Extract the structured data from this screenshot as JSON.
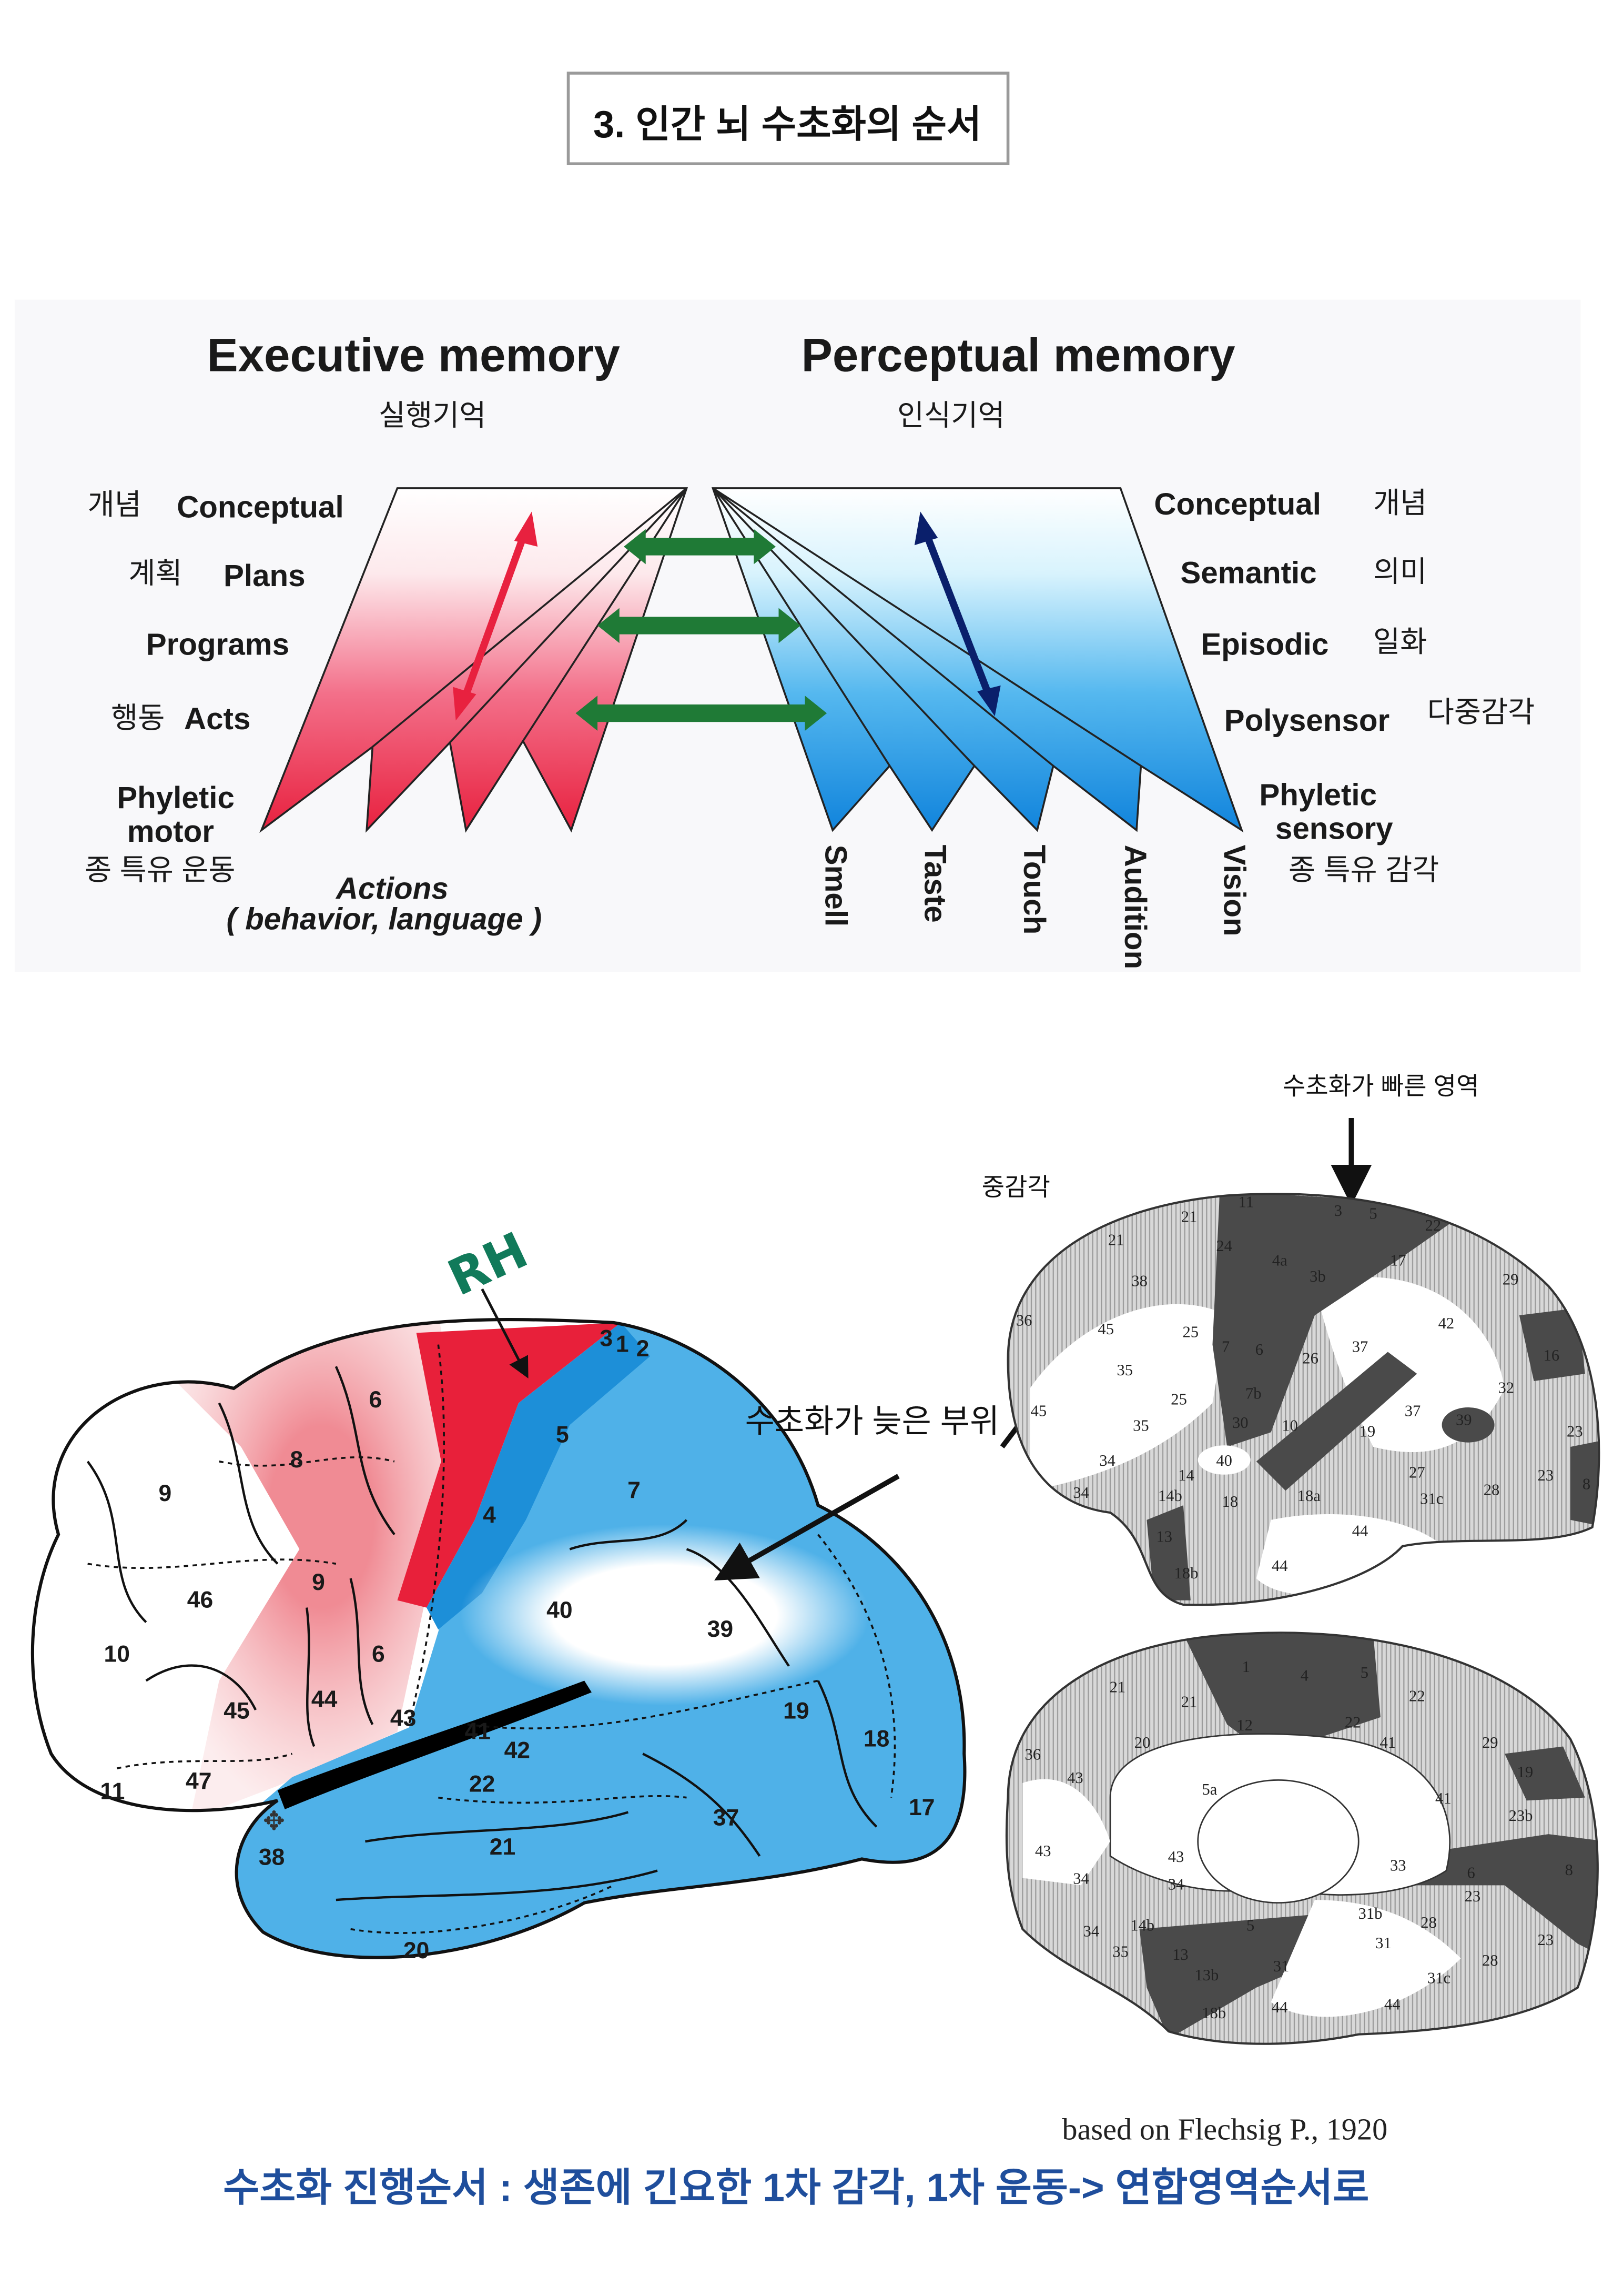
{
  "title": "3. 인간 뇌 수초화의 순서",
  "memory_diagram": {
    "executive": {
      "title": "Executive memory",
      "subtitle": "실행기억"
    },
    "perceptual": {
      "title": "Perceptual memory",
      "subtitle": "인식기억"
    },
    "left_levels": [
      {
        "ko": "개념",
        "en": "Conceptual"
      },
      {
        "ko": "계획",
        "en": "Plans"
      },
      {
        "ko": "",
        "en": "Programs"
      },
      {
        "ko": "행동",
        "en": "Acts"
      }
    ],
    "left_base": {
      "line1": "Phyletic",
      "line2": "motor",
      "ko": "종 특유 운동"
    },
    "actions": {
      "line1": "Actions",
      "line2": "( behavior, language )"
    },
    "right_levels": [
      {
        "en": "Conceptual",
        "ko": "개념"
      },
      {
        "en": "Semantic",
        "ko": "의미"
      },
      {
        "en": "Episodic",
        "ko": "일화"
      },
      {
        "en": "Polysensor",
        "ko": "다중감각"
      }
    ],
    "right_base": {
      "line1": "Phyletic",
      "line2": "sensory",
      "ko": "종 특유 감각"
    },
    "senses": [
      "Smell",
      "Taste",
      "Touch",
      "Audition",
      "Vision"
    ],
    "colors": {
      "motor": "#e8213f",
      "sensory": "#1a8fe0",
      "link": "#1f7a36",
      "sensory_arrow": "#0a1f6b"
    }
  },
  "lateral_brain": {
    "annotation": "RH",
    "late_label": "수초화가 늦은 부위",
    "area_numbers": [
      "9",
      "6",
      "8",
      "5",
      "7",
      "4",
      "46",
      "9",
      "40",
      "39",
      "10",
      "6",
      "45",
      "44",
      "43",
      "41",
      "42",
      "19",
      "18",
      "22",
      "11",
      "47",
      "17",
      "37",
      "38",
      "21",
      "20",
      "3",
      "1",
      "2"
    ]
  },
  "flechsig": {
    "early_label": "수초화가 빠른 영역",
    "multisensory_label": "중감각",
    "lateral_numbers": [
      "21",
      "21",
      "24",
      "38",
      "36",
      "45",
      "25",
      "7",
      "6",
      "26",
      "37",
      "42",
      "29",
      "16",
      "32",
      "35",
      "25",
      "35",
      "45",
      "30",
      "10",
      "19",
      "37",
      "39",
      "23",
      "34",
      "40",
      "14",
      "27",
      "28",
      "23",
      "34",
      "14b",
      "18",
      "18a",
      "31c",
      "8",
      "13",
      "44",
      "18b",
      "44",
      "11",
      "3",
      "5",
      "22",
      "4a",
      "3b",
      "17",
      "7b"
    ],
    "medial_numbers": [
      "1",
      "4",
      "5",
      "21",
      "21",
      "22",
      "12",
      "22",
      "20",
      "41",
      "29",
      "36",
      "43",
      "5a",
      "41",
      "19",
      "23b",
      "43",
      "43",
      "33",
      "6",
      "8",
      "34",
      "34",
      "23",
      "31b",
      "28",
      "14b",
      "5",
      "23",
      "34",
      "35",
      "31",
      "13",
      "28",
      "31",
      "13b",
      "31c",
      "18b",
      "44",
      "44"
    ],
    "citation": "based on Flechsig P.,  1920"
  },
  "footer": "수초화 진행순서 : 생존에 긴요한 1차 감각, 1차 운동-> 연합영역순서로"
}
